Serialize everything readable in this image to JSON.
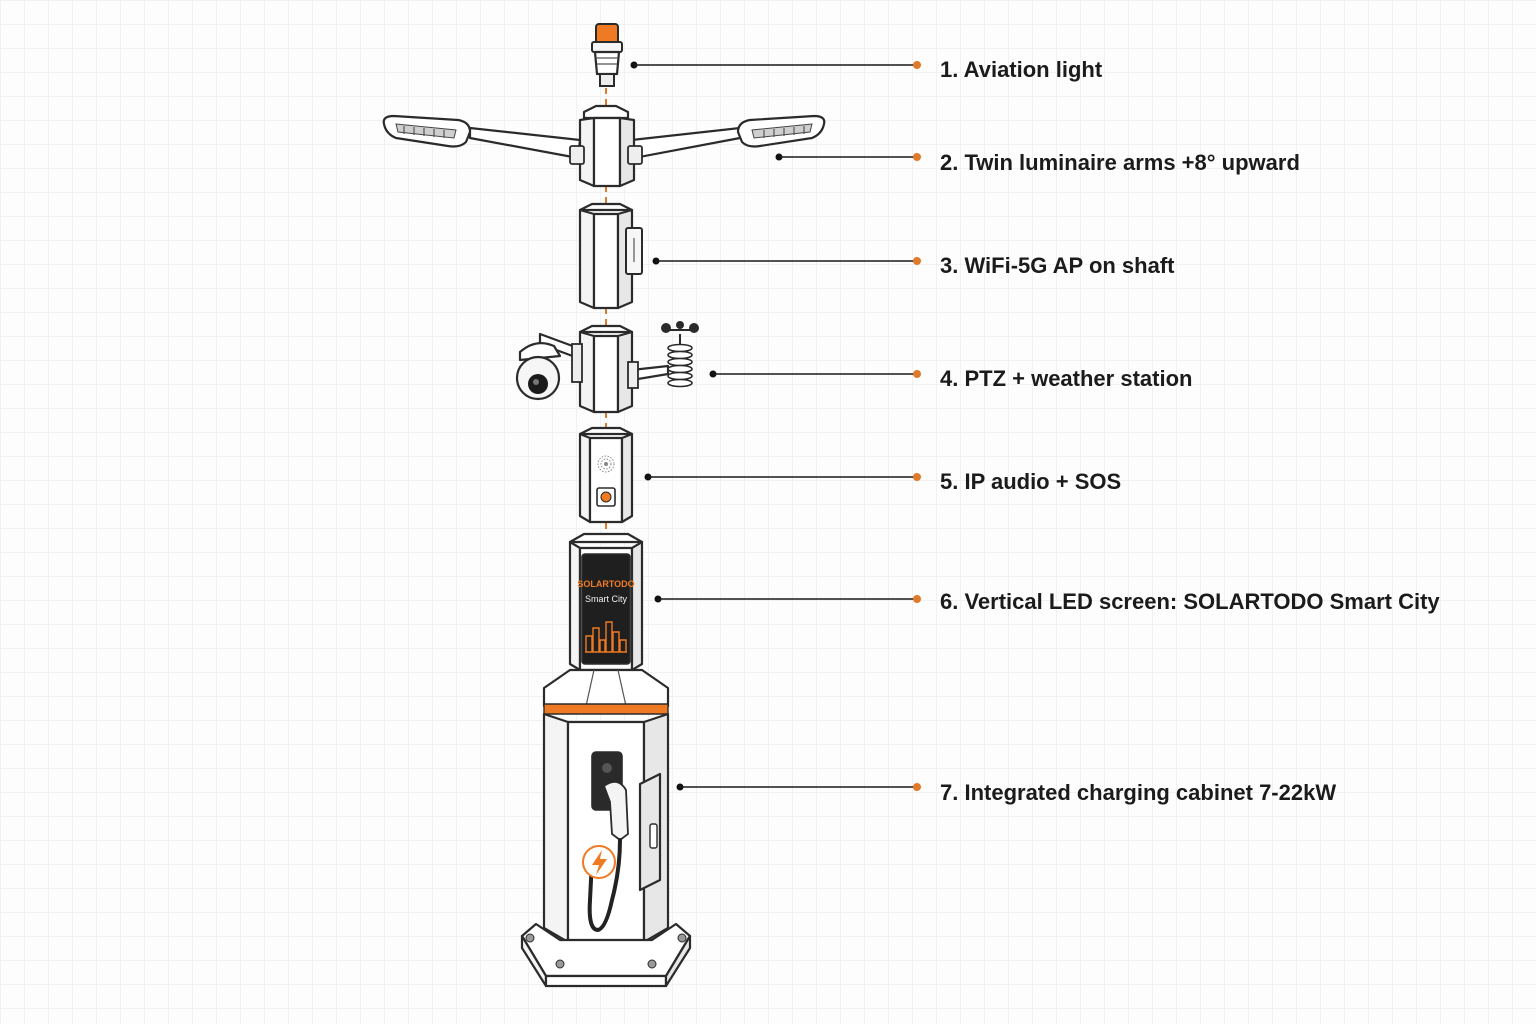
{
  "screen": {
    "brand": "SOLARTODO",
    "tagline": "Smart City"
  },
  "callouts": [
    {
      "label": "1. Aviation light"
    },
    {
      "label": "2. Twin luminaire arms +8° upward"
    },
    {
      "label": "3. WiFi-5G AP on shaft"
    },
    {
      "label": "4. PTZ + weather station"
    },
    {
      "label": "5. IP audio + SOS"
    },
    {
      "label": "6. Vertical LED screen: SOLARTODO Smart City"
    },
    {
      "label": "7. Integrated charging cabinet 7-22kW"
    }
  ],
  "colors": {
    "accent": "#e07a2b",
    "ink": "#1b1b1b",
    "screen": "#1f1f1f"
  }
}
